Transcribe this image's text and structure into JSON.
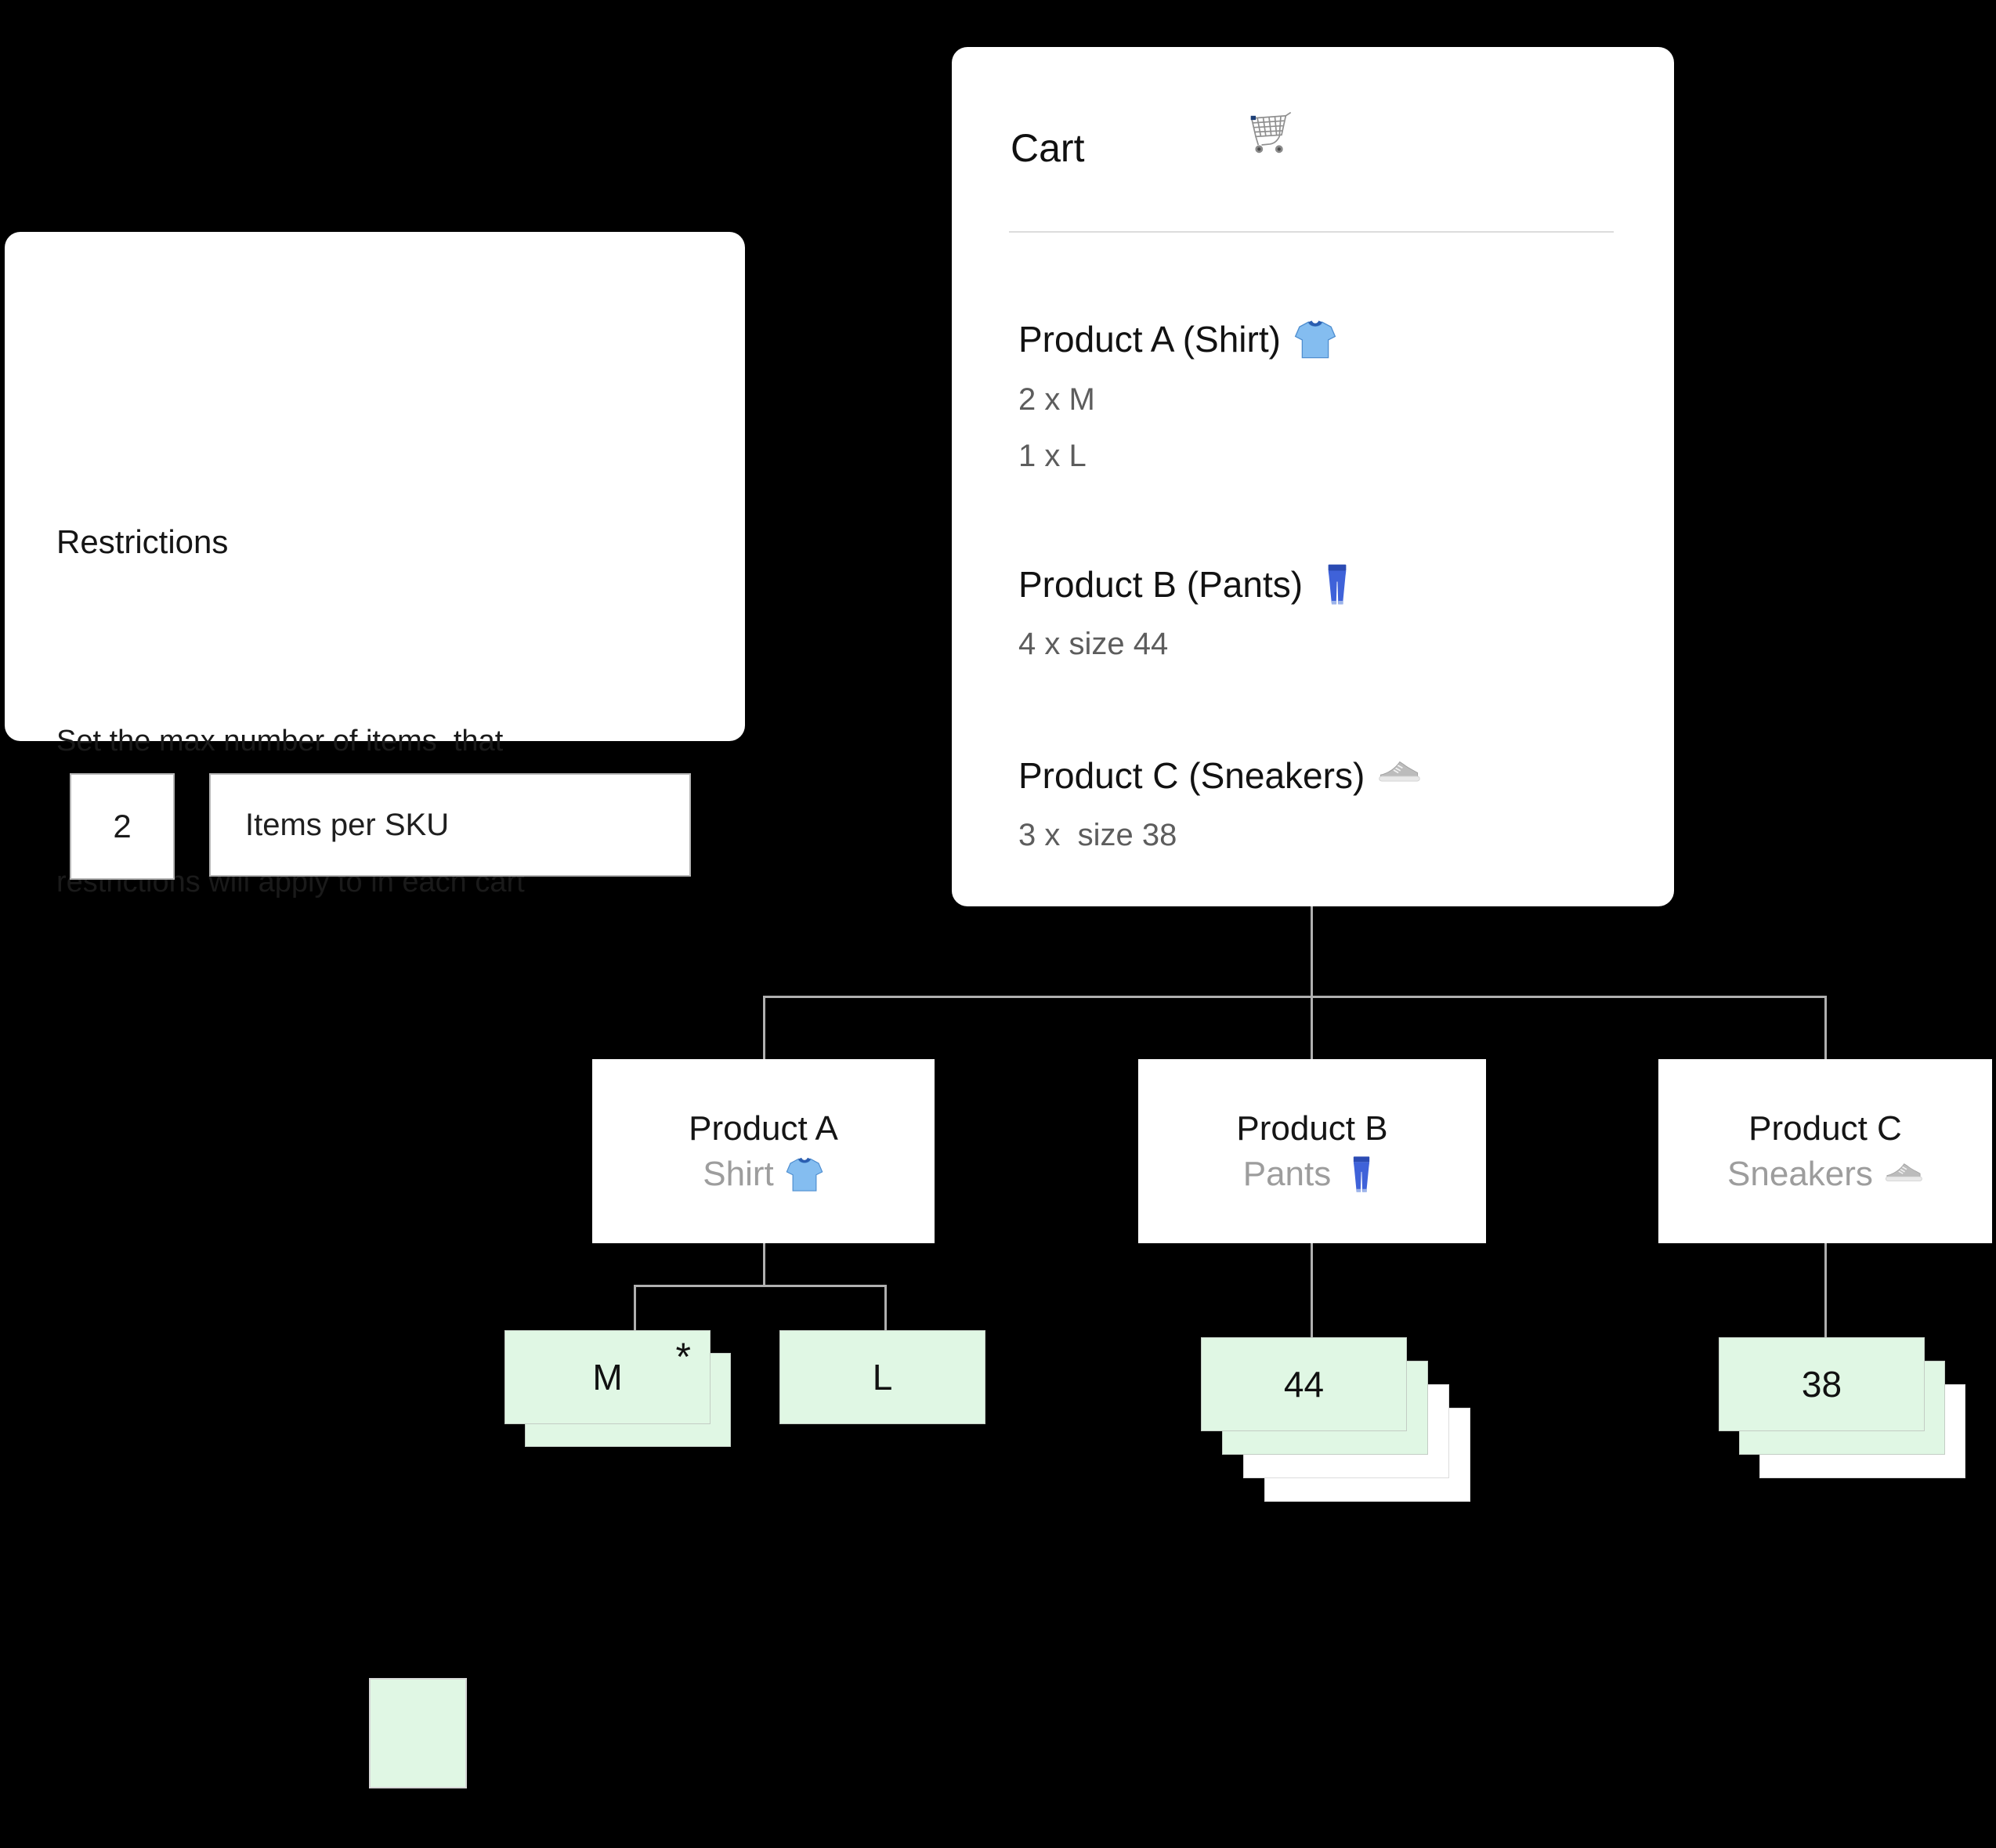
{
  "colors": {
    "background": "#000000",
    "card": "#ffffff",
    "allowed_green": "#e0f7e4",
    "blocked_white": "#ffffff",
    "connector_gray": "#b0b0b0",
    "secondary_text": "#5d5d5d",
    "sublabel_gray": "#9d9d9d"
  },
  "restrictions_panel": {
    "title": "Restrictions",
    "description_line1": "Set the max number of items  that",
    "description_line2": "restrictions will apply to in each cart",
    "max_items_value": "2",
    "max_items_label": "Items per SKU"
  },
  "cart_panel": {
    "title": "Cart",
    "icon": "shopping-cart-icon",
    "items": [
      {
        "name": "Product A (Shirt)",
        "icon": "shirt-icon",
        "qty_line1": "2 x M",
        "qty_line2": "1 x L"
      },
      {
        "name": "Product B (Pants)",
        "icon": "pants-icon",
        "qty_line1": "4 x size 44"
      },
      {
        "name": "Product C (Sneakers)",
        "icon": "sneaker-icon",
        "qty_line1": "3 x  size 38"
      }
    ]
  },
  "tree": {
    "products": [
      {
        "name": "Product A",
        "sublabel": "Shirt",
        "icon": "shirt-icon",
        "skus": [
          {
            "label": "M",
            "badge": "*",
            "layers": [
              "green",
              "green"
            ]
          },
          {
            "label": "L",
            "layers": [
              "green"
            ]
          }
        ]
      },
      {
        "name": "Product B",
        "sublabel": "Pants",
        "icon": "pants-icon",
        "skus": [
          {
            "label": "44",
            "layers": [
              "green",
              "green",
              "white",
              "white"
            ]
          }
        ]
      },
      {
        "name": "Product C",
        "sublabel": "Sneakers",
        "icon": "sneaker-icon",
        "skus": [
          {
            "label": "38",
            "layers": [
              "green",
              "green",
              "white"
            ]
          }
        ]
      }
    ]
  },
  "legend": {
    "swatch_color": "#e0f7e4"
  }
}
